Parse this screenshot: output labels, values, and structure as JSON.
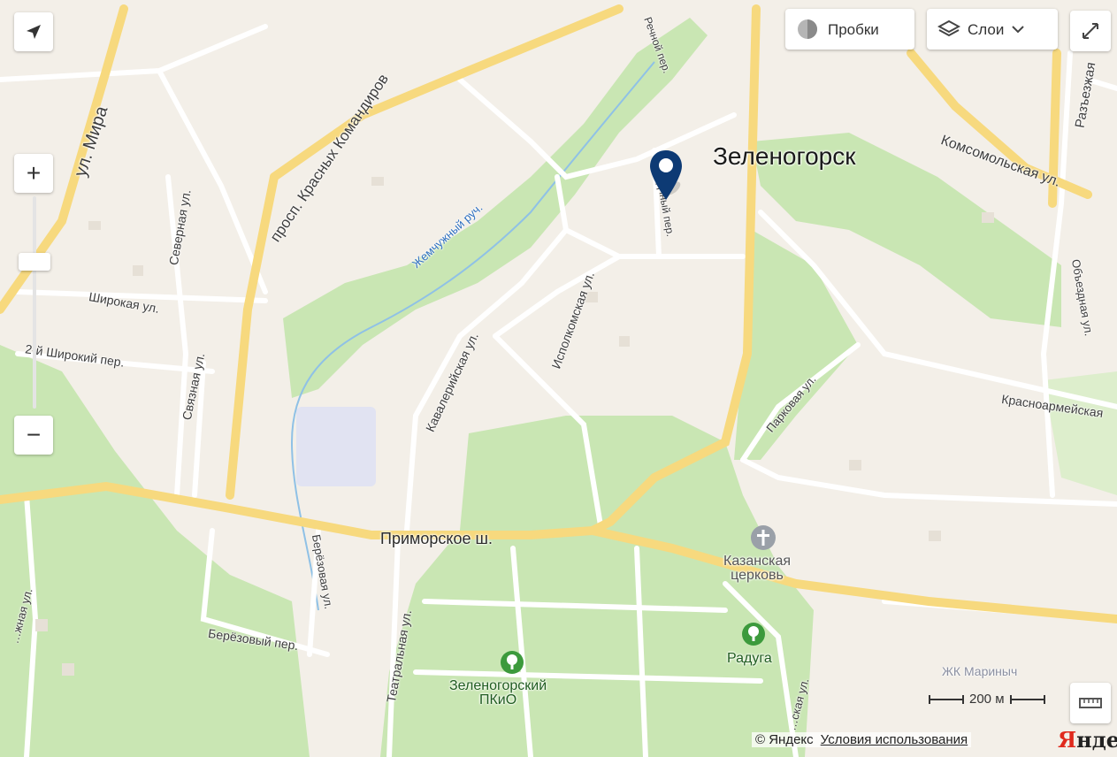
{
  "controls": {
    "traffic_label": "Пробки",
    "layers_label": "Слои",
    "zoom_in": "+",
    "zoom_out": "−"
  },
  "map": {
    "city": "Зеленогорск",
    "streets": {
      "mira": "ул. Мира",
      "krasnykh_komandirov": "просп. Красных Командиров",
      "rechnoy": "Речной пер.",
      "komsomolskaya": "Комсомольская ул.",
      "razezzhaya": "Разъезжая",
      "severnaya": "Северная ул.",
      "shirokaya": "Широкая ул.",
      "second_shirokiy": "2-й Широкий пер.",
      "svyaznaya": "Связная ул.",
      "kavaleriyskaya": "Кавалерийская ул.",
      "ispolkomskaya": "Исполкомская ул.",
      "lesnoy": "…дчный пер.",
      "obezdnaya": "Объездная ул.",
      "parkovaya": "Парковая ул.",
      "krasnoarmeyskaya": "Красноармейская",
      "primorskoe": "Приморское ш.",
      "berezovaya": "Берёзовая ул.",
      "berezoviy": "Берёзовый пер.",
      "teatralnaya": "Театральная ул.",
      "left_edge": "…жная ул.",
      "bottom_right": "…ская ул."
    },
    "water": {
      "stream": "Жемчужный руч."
    },
    "pois": {
      "church": "Казанская\nцерковь",
      "park": "Зеленогорский\nПКиО",
      "raduga": "Радуга",
      "zhk": "ЖК Мариныч"
    }
  },
  "footer": {
    "scale": "200 м",
    "copyright": "© Яндекс",
    "terms": "Условия использования",
    "brand_y": "Я",
    "brand_rest": "ндекс"
  },
  "colors": {
    "land": "#f3efe8",
    "park": "#c9e6b3",
    "water_line": "#8fc1e6",
    "major_road": "#f7d97e",
    "minor_road": "#ffffff",
    "pin": "#0d3a74",
    "brand_red": "#e02a1d"
  },
  "icons": {
    "locate": "navigation-arrow-icon",
    "traffic": "traffic-light-icon",
    "layers": "layers-icon",
    "fullscreen": "expand-icon",
    "ruler": "ruler-icon",
    "church": "church-icon",
    "park": "tree-icon"
  }
}
